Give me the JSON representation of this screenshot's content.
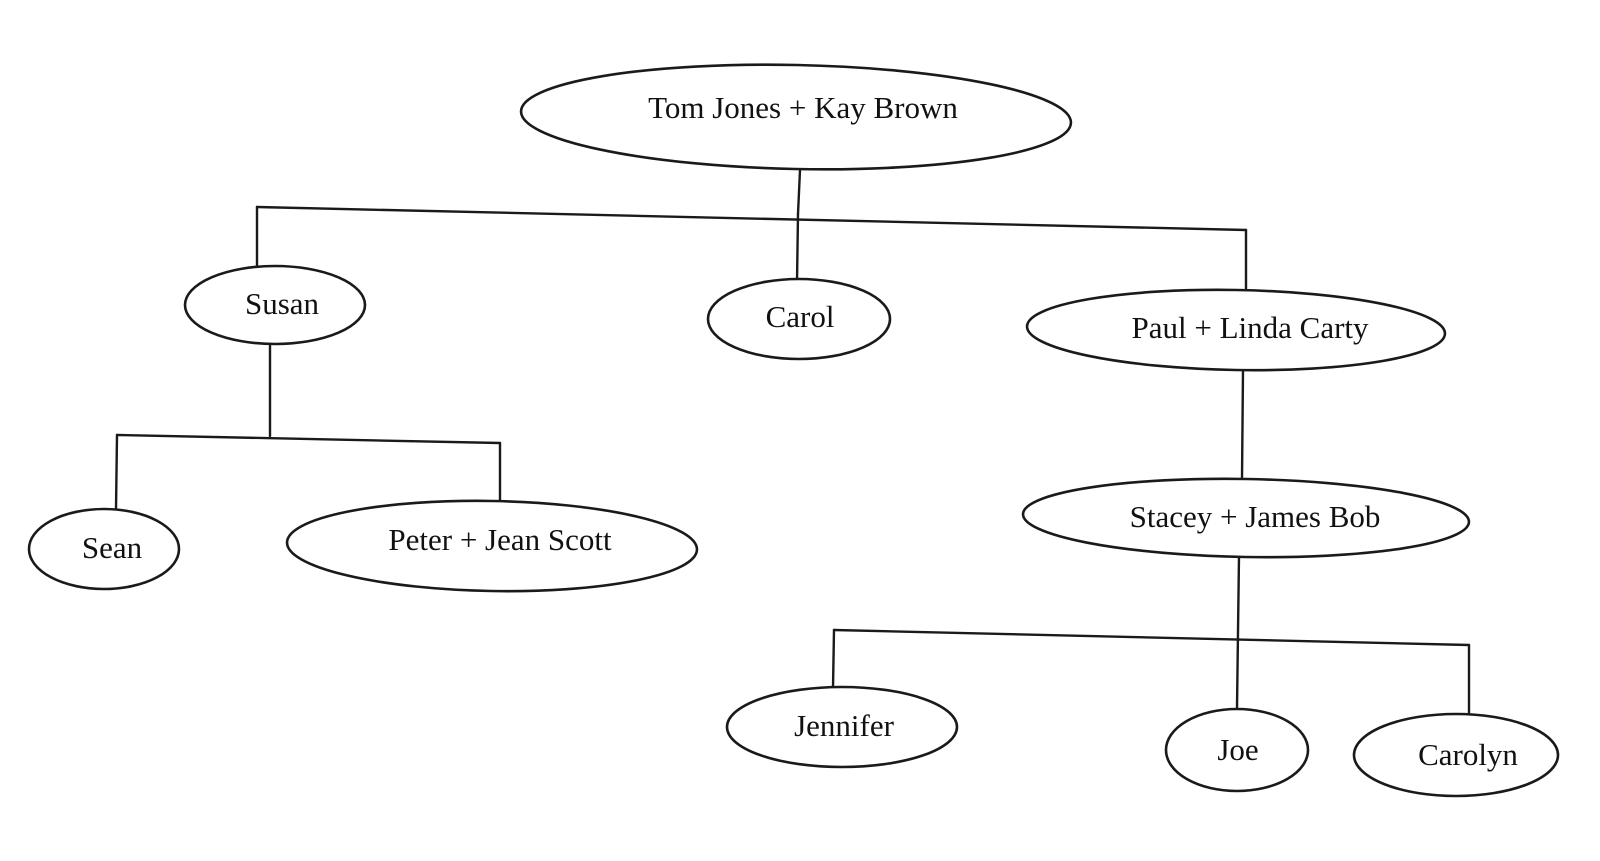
{
  "diagram": {
    "type": "family-tree",
    "nodes": [
      {
        "id": "tom-kay",
        "label": "Tom Jones + Kay Brown"
      },
      {
        "id": "susan",
        "label": "Susan"
      },
      {
        "id": "carol",
        "label": "Carol"
      },
      {
        "id": "paul-linda",
        "label": "Paul + Linda Carty"
      },
      {
        "id": "sean",
        "label": "Sean"
      },
      {
        "id": "peter-jean",
        "label": "Peter + Jean Scott"
      },
      {
        "id": "stacey-james",
        "label": "Stacey + James Bob"
      },
      {
        "id": "jennifer",
        "label": "Jennifer"
      },
      {
        "id": "joe",
        "label": "Joe"
      },
      {
        "id": "carolyn",
        "label": "Carolyn"
      }
    ],
    "edges": [
      {
        "parent": "tom-kay",
        "children": [
          "susan",
          "carol",
          "paul-linda"
        ]
      },
      {
        "parent": "susan",
        "children": [
          "sean",
          "peter-jean"
        ]
      },
      {
        "parent": "paul-linda",
        "children": [
          "stacey-james"
        ]
      },
      {
        "parent": "stacey-james",
        "children": [
          "jennifer",
          "joe",
          "carolyn"
        ]
      }
    ],
    "colors": {
      "line": "#1a1a1a",
      "node_fill": "#ffffff",
      "text": "#111111"
    }
  }
}
